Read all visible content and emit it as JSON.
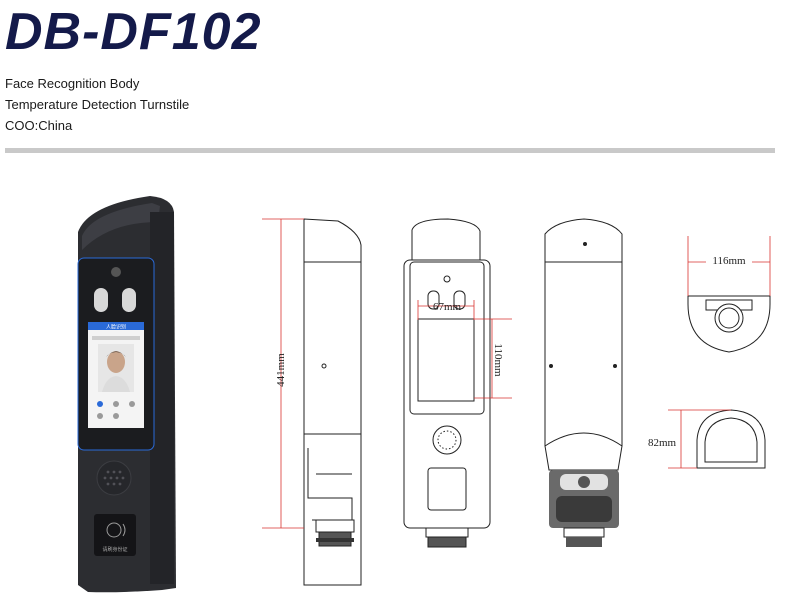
{
  "header": {
    "model": "DB-DF102",
    "lines": [
      "Face Recognition Body",
      "Temperature Detection Turnstile",
      "COO:China"
    ]
  },
  "dimensions": {
    "height": "441mm",
    "screen_width": "67mm",
    "screen_height": "110mm",
    "top_width": "116mm",
    "depth": "82mm"
  },
  "device_screen": {
    "header_text": "人脸识别",
    "nfc_label": "请刷身份证"
  },
  "colors": {
    "title": "#141a4a",
    "device_body": "#2c2d31",
    "accent": "#2a6ad8",
    "dimension_line": "#d9332f"
  }
}
